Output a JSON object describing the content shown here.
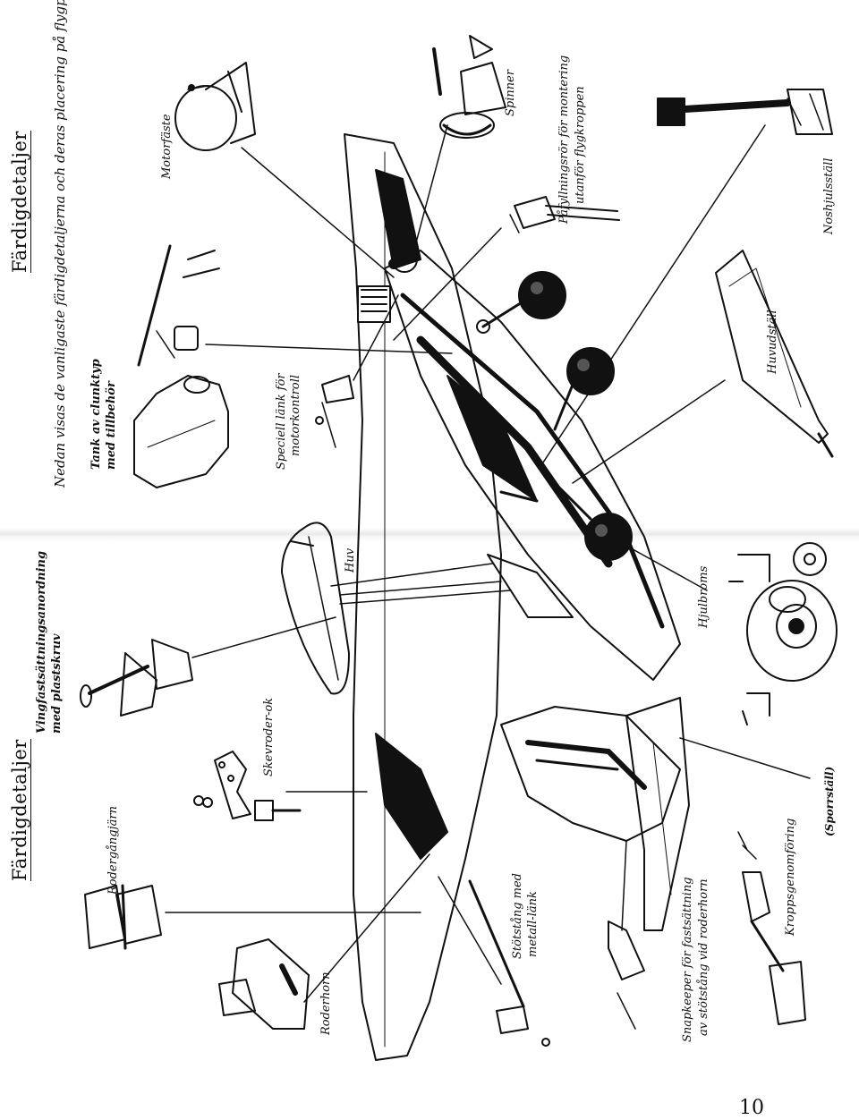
{
  "titles": {
    "upper": "Färdigdetaljer",
    "lower": "Färdigdetaljer"
  },
  "intro": "Nedan visas de vanligaste färdigdetaljerna och deras placering på flygplanet.",
  "parts": {
    "motorfaste": "Motorfäste",
    "spinner": "Spinner",
    "pafyllningsror_1": "Påfyllningsrör för montering",
    "pafyllningsror_2": "utanför flygkroppen",
    "noshjulsstall": "Noshjulsställ",
    "tank_1": "Tank av clunktyp",
    "tank_2": "med tillbehör",
    "speciell_lank_1": "Speciell länk för",
    "speciell_lank_2": "motorkontroll",
    "huvudstall": "Huvudställ",
    "huv": "Huv",
    "vingfast_1": "Vingfastsättningsanordning",
    "vingfast_2": "med plastskruv",
    "hjulbroms": "Hjulbroms",
    "skevroder_ok": "Skevroder-ok",
    "rodergangjarn": "Rodergångjärn",
    "sporrstall": "(Sporrställ)",
    "roderhorn": "Roderhorn",
    "stotstang_1": "Stötstång med",
    "stotstang_2": "metall-länk",
    "snapkeeper_1": "Snapkeeper för fastsättning",
    "snapkeeper_2": "av stötstång vid roderhorn",
    "kroppsgenomforing": "Kroppsgenomföring"
  },
  "page_number": "10"
}
